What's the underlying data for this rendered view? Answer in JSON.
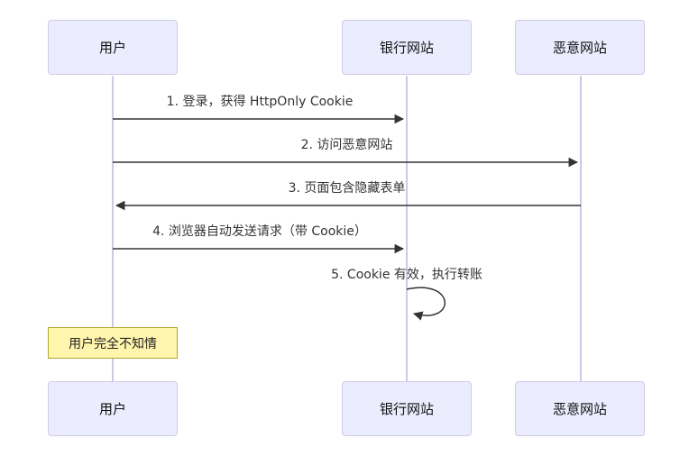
{
  "diagram": {
    "type": "sequence-diagram",
    "actors": [
      {
        "id": "user",
        "label": "用户"
      },
      {
        "id": "bank",
        "label": "银行网站"
      },
      {
        "id": "evil",
        "label": "恶意网站"
      }
    ],
    "messages": [
      {
        "label": "1. 登录，获得 HttpOnly Cookie",
        "from": "用户",
        "to": "银行网站",
        "direction": "right"
      },
      {
        "label": "2. 访问恶意网站",
        "from": "用户",
        "to": "恶意网站",
        "direction": "right"
      },
      {
        "label": "3. 页面包含隐藏表单",
        "from": "恶意网站",
        "to": "用户",
        "direction": "left"
      },
      {
        "label": "4. 浏览器自动发送请求（带 Cookie）",
        "from": "用户",
        "to": "银行网站",
        "direction": "right"
      },
      {
        "label": "5. Cookie 有效，执行转账",
        "from": "银行网站",
        "to": "银行网站",
        "direction": "self"
      }
    ],
    "note": {
      "label": "用户完全不知情",
      "anchor": "用户"
    },
    "colors": {
      "background": "#ffffff",
      "actor_fill": "#ECECFF",
      "actor_border": "#cfcbe8",
      "lifeline": "#cfc9e8",
      "message_line": "#333333",
      "note_fill": "#fff5ad",
      "note_border": "#aaaa33"
    }
  }
}
